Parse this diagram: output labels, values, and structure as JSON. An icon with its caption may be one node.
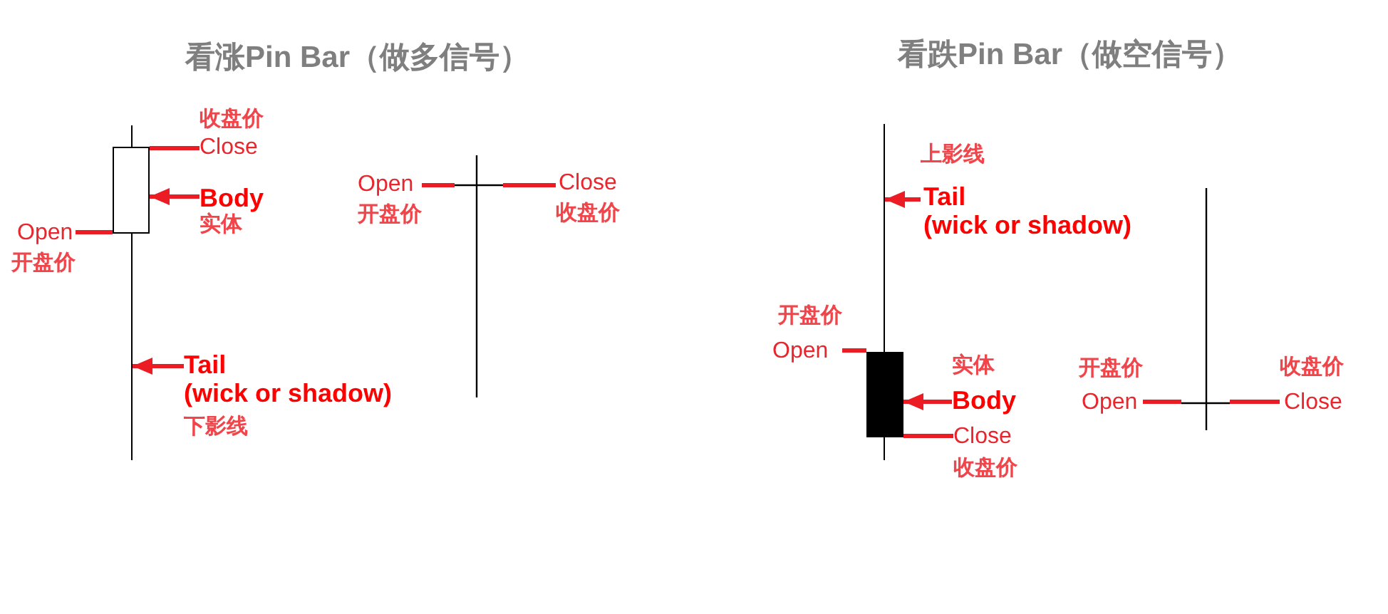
{
  "diagram": {
    "nodes": [
      {
        "text": [
          "收盘价",
          "Close"
        ]
      },
      {
        "text": [
          "Body",
          "实体"
        ]
      },
      {
        "text": [
          "Open",
          "开盘价"
        ]
      },
      {
        "text": [
          "Tail",
          "(wick or shadow)",
          "下影线"
        ]
      },
      {
        "text": [],
        "shape": "line"
      },
      {
        "text": [],
        "shape": "box"
      },
      {
        "text": [
          "Open",
          "开盘价"
        ]
      },
      {
        "text": [],
        "shape": "cross"
      },
      {
        "text": [
          "Close",
          "收盘价"
        ]
      },
      {
        "text": [
          "上影线",
          "Tail",
          "(wick or shadow)"
        ]
      },
      {
        "text": [],
        "shape": "line"
      },
      {
        "text": [
          "开盘价",
          "Open"
        ]
      },
      {
        "text": [],
        "shape": "box"
      },
      {
        "text": [
          "实体",
          "Body"
        ]
      },
      {
        "text": [
          "Close",
          "收盘价"
        ]
      },
      {
        "text": [
          "开盘价",
          "Open"
        ]
      },
      {
        "text": [],
        "shape": "cross"
      },
      {
        "text": [
          "收盘价",
          "Close"
        ]
      }
    ],
    "edges": [
      {
        "from": 0,
        "to": 5,
        "arrow": "none"
      },
      {
        "from": 1,
        "to": 5,
        "arrow": "to"
      },
      {
        "from": 2,
        "to": 5,
        "arrow": "none"
      },
      {
        "from": 3,
        "to": 4,
        "arrow": "to"
      },
      {
        "from": 6,
        "to": 7,
        "arrow": "none"
      },
      {
        "from": 8,
        "to": 7,
        "arrow": "none"
      },
      {
        "from": 9,
        "to": 10,
        "arrow": "to"
      },
      {
        "from": 11,
        "to": 12,
        "arrow": "none"
      },
      {
        "from": 13,
        "to": 12,
        "arrow": "to"
      },
      {
        "from": 14,
        "to": 12,
        "arrow": "none"
      },
      {
        "from": 15,
        "to": 16,
        "arrow": "none"
      },
      {
        "from": 17,
        "to": 16,
        "arrow": "none"
      }
    ],
    "labels": [
      "看涨Pin Bar（做多信号）",
      "看跌Pin Bar（做空信号）"
    ]
  }
}
